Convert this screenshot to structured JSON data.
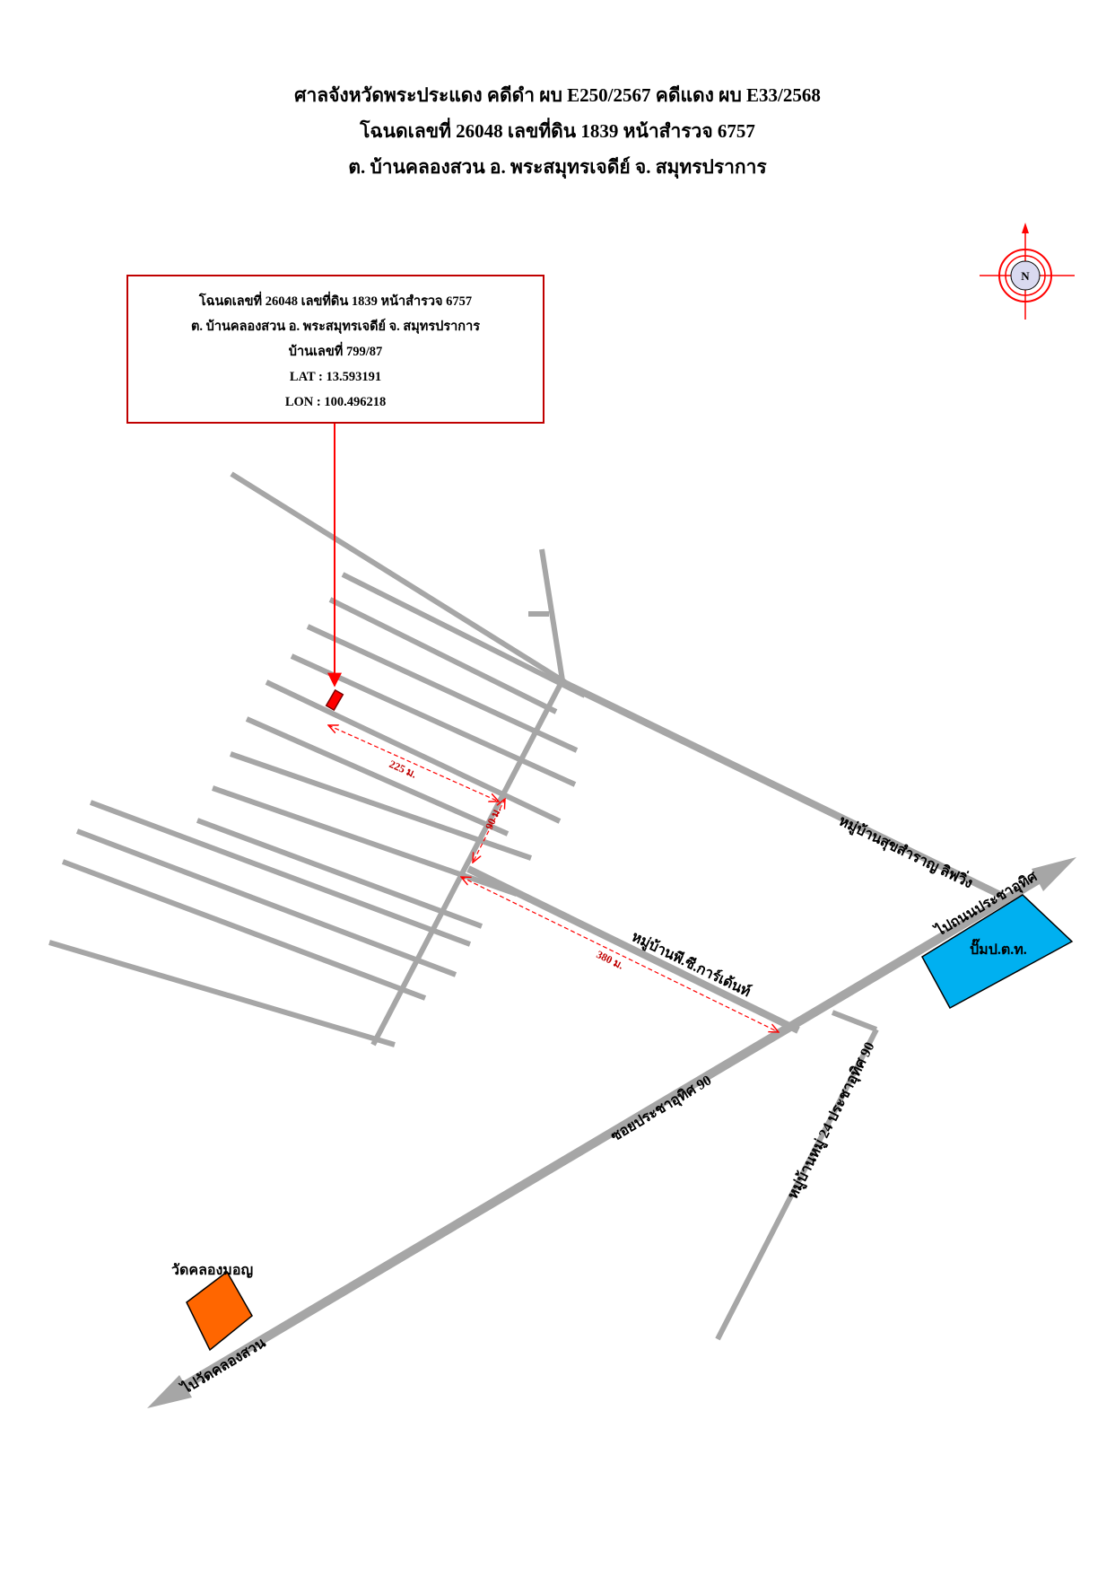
{
  "header": {
    "line1": "ศาลจังหวัดพระประแดง คดีดำ ผบ E250/2567 คดีแดง ผบ E33/2568",
    "line2": "โฉนดเลขที่ 26048   เลขที่ดิน 1839  หน้าสำรวจ 6757",
    "line3": "ต. บ้านคลองสวน   อ. พระสมุทรเจดีย์ จ. สมุทรปราการ"
  },
  "info_box": {
    "line1": "โฉนดเลขที่ 26048 เลขที่ดิน 1839 หน้าสำรวจ 6757",
    "line2": "ต. บ้านคลองสวน อ. พระสมุทรเจดีย์ จ. สมุทรปราการ",
    "line3": "บ้านเลขที่ 799/87",
    "lat": "LAT : 13.593191",
    "lon": "LON : 100.496218"
  },
  "compass": {
    "label": "N"
  },
  "roads": {
    "sukhsamran": "หมู่บ้านสุขสำราญ ลิฟวิ่ง",
    "prachauthit_main": "ไปถนนประชาอุทิศ",
    "pc_garden": "หมู่บ้านพี.ซี.การ์เด้นท์",
    "soi_90": "ซอยประชาอุทิศ 90",
    "moo24": "หมู่บ้านหมู่ 24 ประชาอุทิศ 90",
    "to_wat": "ไปวัดคลองสวน"
  },
  "distances": {
    "d1": "225 ม.",
    "d2": "90 ม.",
    "d3": "380 ม."
  },
  "places": {
    "pump": "ปั๊มป.ต.ท.",
    "wat": "วัดคลองมอญ"
  },
  "colors": {
    "road": "#a6a6a6",
    "accent_red": "#ff0000",
    "box_border": "#c00000",
    "pump": "#00b0f0",
    "wat": "#ff6600"
  }
}
